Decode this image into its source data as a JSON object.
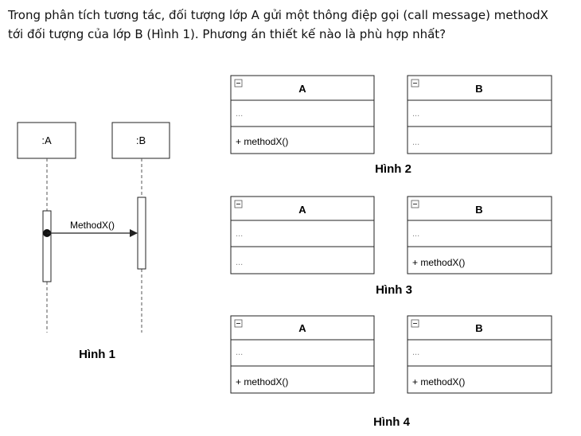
{
  "question": {
    "line1": "Trong phân tích tương tác, đối tượng lớp A gửi một thông điệp gọi (call message) methodX",
    "line2": "tới đối tượng của lớp B (Hình 1). Phương án thiết kế nào là phù hợp nhất?"
  },
  "figure1": {
    "lifeline_a": ":A",
    "lifeline_b": ":B",
    "message": "MethodX()",
    "caption": "Hình 1"
  },
  "options": [
    {
      "caption": "Hình 2",
      "class_a": {
        "name": "A",
        "attributes": "...",
        "operations": "+ methodX()"
      },
      "class_b": {
        "name": "B",
        "attributes": "...",
        "operations": "..."
      }
    },
    {
      "caption": "Hình 3",
      "class_a": {
        "name": "A",
        "attributes": "...",
        "operations": "..."
      },
      "class_b": {
        "name": "B",
        "attributes": "...",
        "operations": "+ methodX()"
      }
    },
    {
      "caption": "Hình 4",
      "class_a": {
        "name": "A",
        "attributes": "...",
        "operations": "+ methodX()"
      },
      "class_b": {
        "name": "B",
        "attributes": "...",
        "operations": "+ methodX()"
      }
    }
  ],
  "icons": {
    "collapse": "collapse-square-icon"
  },
  "colors": {
    "line": "#222222",
    "lifeline": "#555555"
  }
}
